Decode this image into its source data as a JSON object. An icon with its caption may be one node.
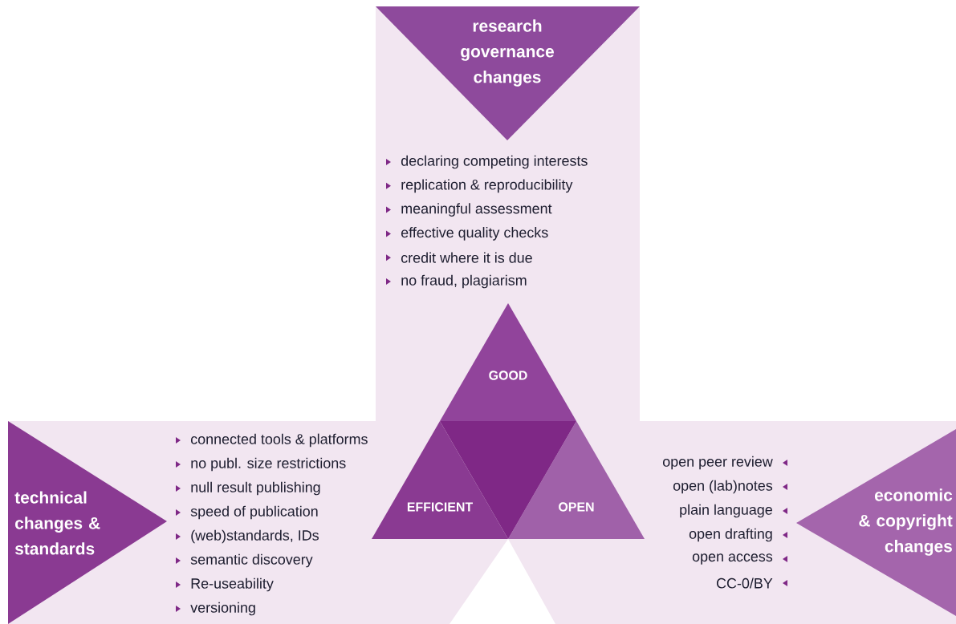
{
  "diagram": {
    "nodes": [
      {
        "text": [
          "declaring competing interests",
          "replication & reproducibility",
          "meaningful assessment",
          "effective quality checks",
          "credit where it is due",
          "no fraud, plagiarism"
        ]
      },
      {
        "text": [
          "research governance changes"
        ],
        "in": 0
      },
      {
        "text": [
          "connected tools & platforms",
          "no publ. size restrictions",
          "null result publishing",
          "speed of publication",
          "(web)standards, IDs",
          "semantic discovery",
          "Re-useability",
          "versioning"
        ]
      },
      {
        "text": [
          "technical changes & standards"
        ],
        "in": 2
      },
      {
        "text": [
          "open peer review",
          "open (lab)notes",
          "plain language",
          "open drafting",
          "open access",
          "CC-0/BY"
        ]
      },
      {
        "text": [
          "economic & copyright changes"
        ],
        "in": 4
      },
      {
        "text": [
          "GOOD"
        ],
        "in": 0
      },
      {
        "text": [
          "EFFICIENT"
        ],
        "in": 2
      },
      {
        "text": [
          "OPEN"
        ],
        "in": 4
      },
      {
        "text": [],
        "shape": "triangle"
      }
    ]
  }
}
